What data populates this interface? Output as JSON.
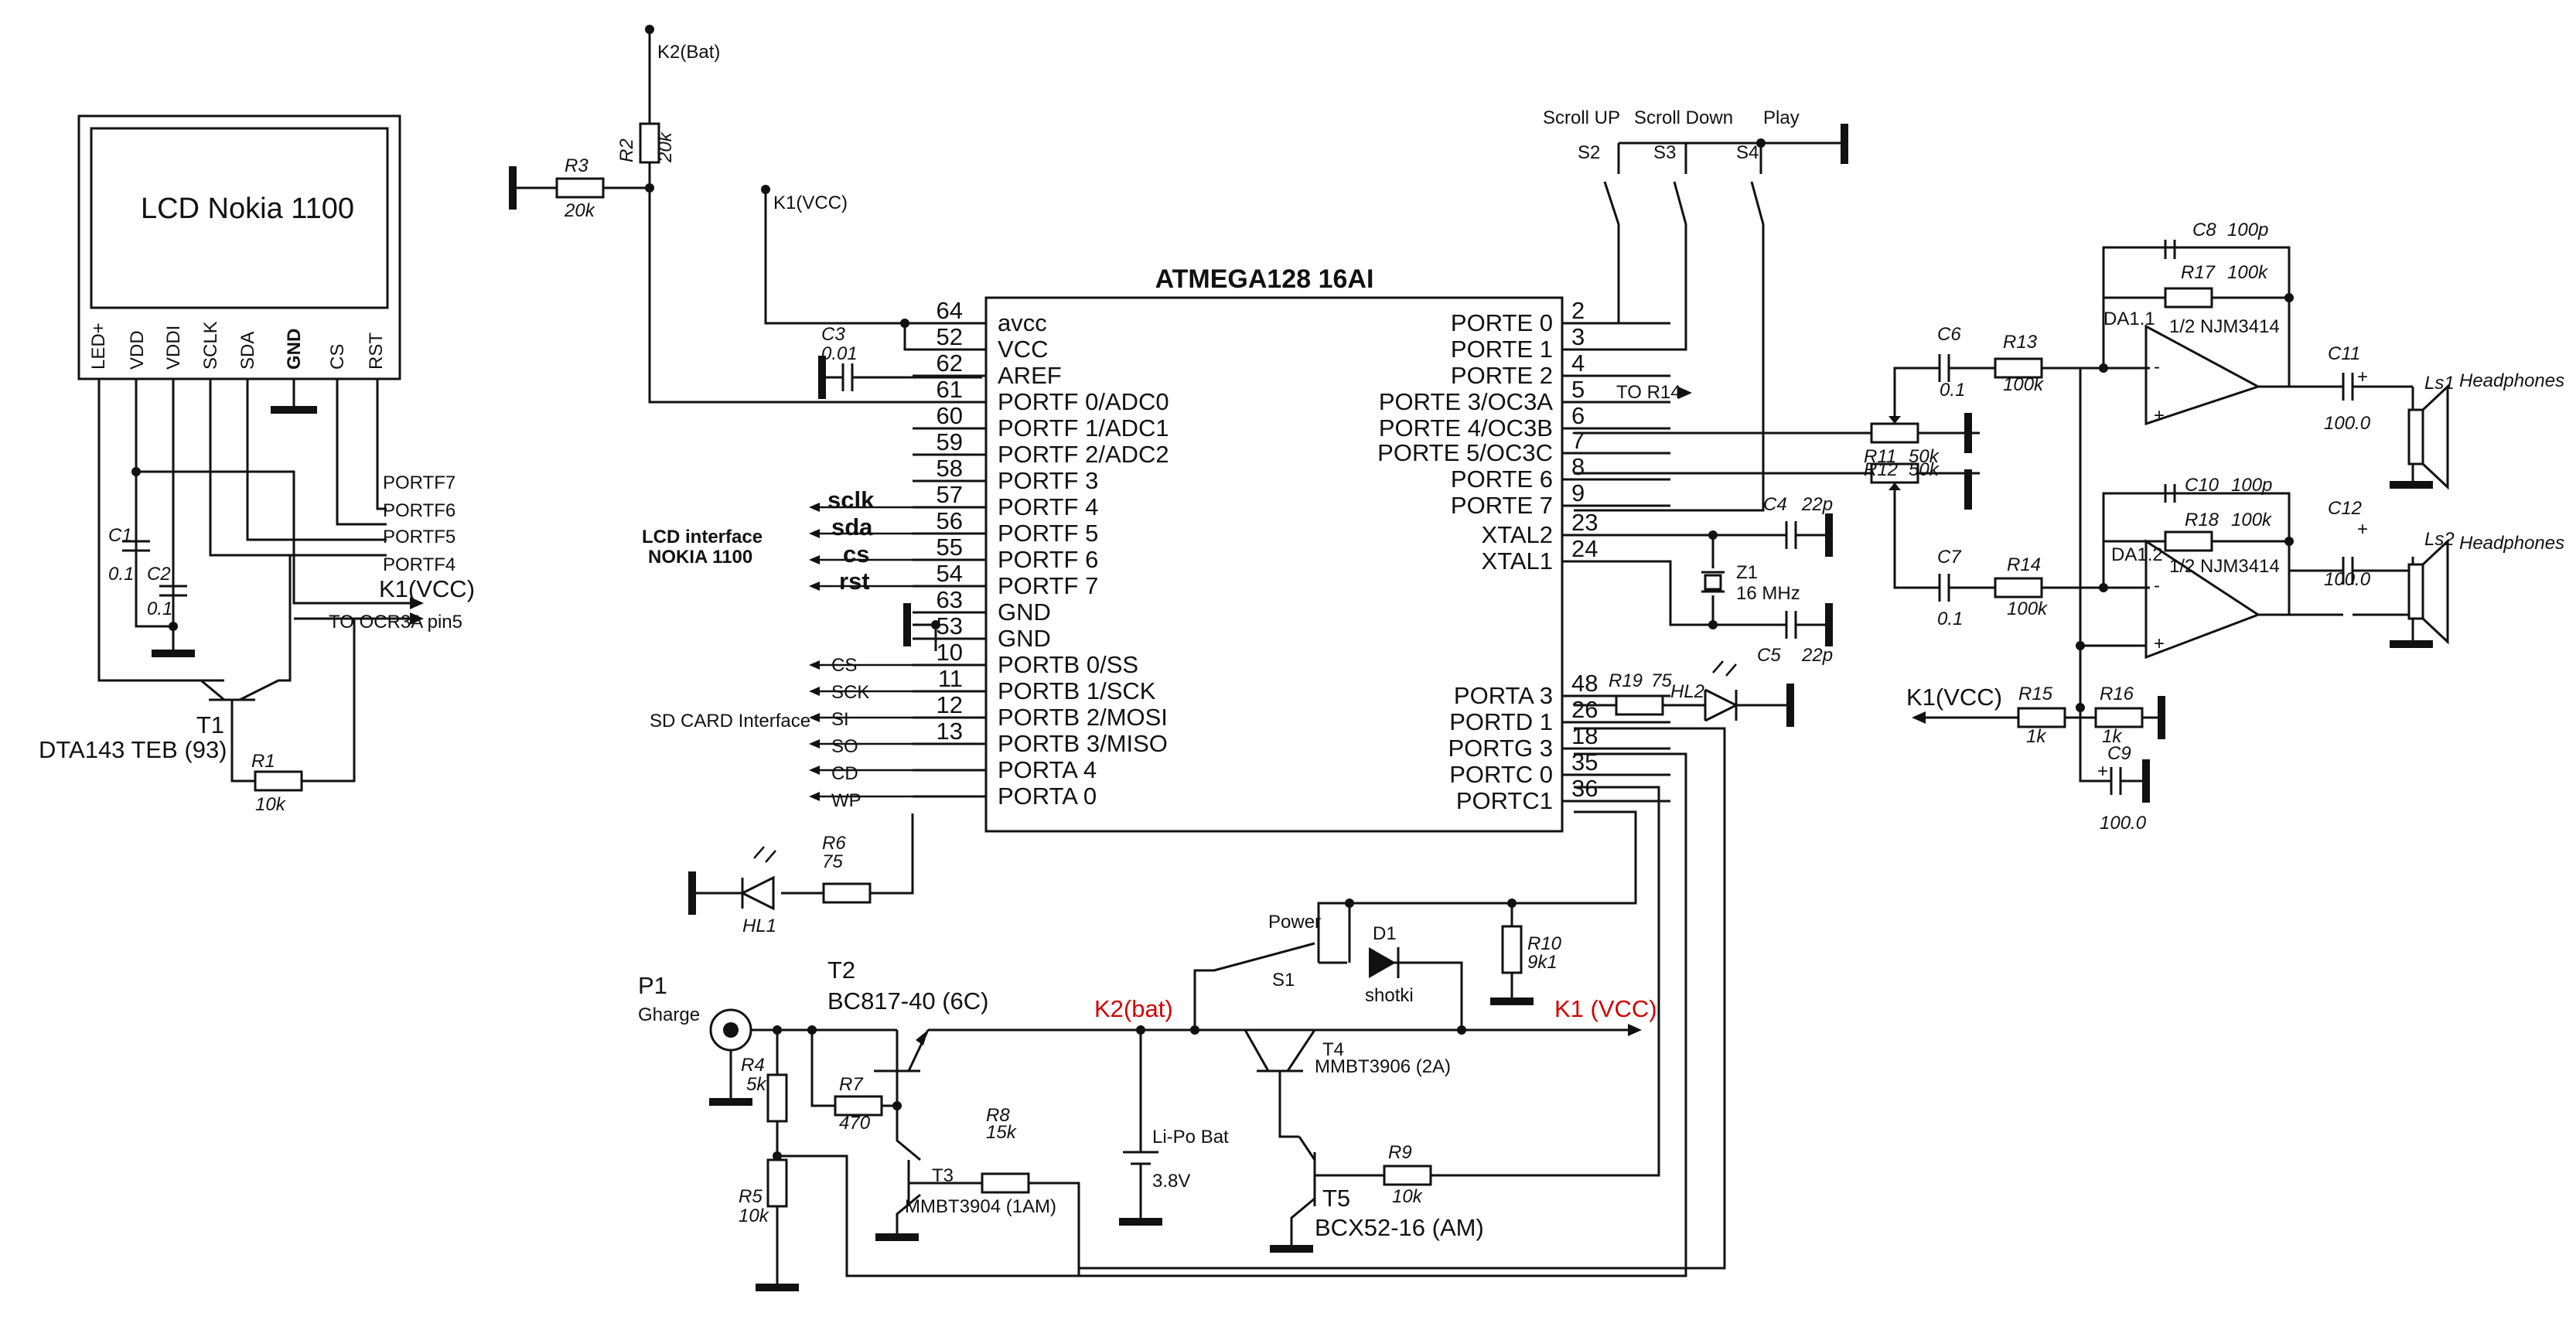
{
  "lcd": {
    "title": "LCD Nokia 1100",
    "pins": [
      "LED+",
      "VDD",
      "VDDI",
      "SCLK",
      "SDA",
      "GND",
      "CS",
      "RST"
    ],
    "ports": [
      "PORTF7",
      "PORTF6",
      "PORTF5",
      "PORTF4"
    ],
    "vcc": "K1(VCC)",
    "ocr": "TO OCR3A pin5",
    "c1": "C1",
    "c1v": "0.1",
    "c2": "C2",
    "c2v": "0.1",
    "t1": "T1",
    "t1type": "DTA143 TEB (93)",
    "r1": "R1",
    "r1v": "10k"
  },
  "top": {
    "k2bat": "K2(Bat)",
    "r2": "R2",
    "r2v": "20k",
    "r3": "R3",
    "r3v": "20k",
    "k1vcc": "K1(VCC)",
    "c3": "C3",
    "c3v": "0.01"
  },
  "mcu": {
    "title": "ATMEGA128 16AI",
    "left": [
      {
        "num": "64",
        "name": "avcc"
      },
      {
        "num": "52",
        "name": "VCC"
      },
      {
        "num": "62",
        "name": "AREF"
      },
      {
        "num": "61",
        "name": "PORTF 0/ADC0"
      },
      {
        "num": "60",
        "name": "PORTF 1/ADC1"
      },
      {
        "num": "59",
        "name": "PORTF 2/ADC2"
      },
      {
        "num": "58",
        "name": "PORTF 3"
      },
      {
        "num": "57",
        "name": "PORTF 4"
      },
      {
        "num": "56",
        "name": "PORTF 5"
      },
      {
        "num": "55",
        "name": "PORTF 6"
      },
      {
        "num": "54",
        "name": "PORTF 7"
      },
      {
        "num": "63",
        "name": "GND"
      },
      {
        "num": "53",
        "name": "GND"
      },
      {
        "num": "10",
        "name": "PORTB 0/SS"
      },
      {
        "num": "11",
        "name": "PORTB 1/SCK"
      },
      {
        "num": "12",
        "name": "PORTB 2/MOSI"
      },
      {
        "num": "13",
        "name": "PORTB 3/MISO"
      },
      {
        "num": "",
        "name": "PORTA 4"
      },
      {
        "num": "",
        "name": "PORTA 0"
      }
    ],
    "right": [
      {
        "num": "2",
        "name": "PORTE 0"
      },
      {
        "num": "3",
        "name": "PORTE 1"
      },
      {
        "num": "4",
        "name": "PORTE 2"
      },
      {
        "num": "5",
        "name": "PORTE 3/OC3A"
      },
      {
        "num": "6",
        "name": "PORTE 4/OC3B"
      },
      {
        "num": "7",
        "name": "PORTE 5/OC3C"
      },
      {
        "num": "8",
        "name": "PORTE 6"
      },
      {
        "num": "9",
        "name": "PORTE 7"
      },
      {
        "num": "23",
        "name": "XTAL2"
      },
      {
        "num": "24",
        "name": "XTAL1"
      },
      {
        "num": "48",
        "name": "PORTA 3"
      },
      {
        "num": "26",
        "name": "PORTD 1"
      },
      {
        "num": "18",
        "name": "PORTG 3"
      },
      {
        "num": "35",
        "name": "PORTC 0"
      },
      {
        "num": "36",
        "name": "PORTC1"
      }
    ],
    "to_r14": "TO R14"
  },
  "lcd_if": {
    "title1": "LCD interface",
    "title2": "NOKIA 1100",
    "signals": [
      "sclk",
      "sda",
      "cs",
      "rst"
    ]
  },
  "sd_if": {
    "title": "SD CARD Interface",
    "signals": [
      "CS",
      "SCK",
      "SI",
      "SO",
      "CD",
      "WP"
    ]
  },
  "hl1": {
    "r6": "R6",
    "r6v": "75",
    "led": "HL1"
  },
  "buttons": {
    "labels": [
      "Scroll UP",
      "Scroll Down",
      "Play"
    ],
    "refs": [
      "S2",
      "S3",
      "S4"
    ]
  },
  "crystal": {
    "c4": "C4",
    "c4v": "22p",
    "c5": "C5",
    "c5v": "22p",
    "z1": "Z1",
    "z1v": "16 MHz"
  },
  "hl2": {
    "r19": "R19",
    "r19v": "75",
    "led": "HL2"
  },
  "audio": {
    "c8": "C8",
    "c8v": "100p",
    "r17": "R17",
    "r17v": "100k",
    "da11": "DA1.1",
    "op1": "1/2 NJM3414",
    "c6": "C6",
    "c6v": "0.1",
    "r13": "R13",
    "r13v": "100k",
    "c11": "C11",
    "c11v": "100.0",
    "ls1": "Ls1",
    "hp1": "Headphones",
    "r11": "R11",
    "r11v": "50k",
    "r12": "R12",
    "r12v": "50k",
    "c10": "C10",
    "c10v": "100p",
    "r18": "R18",
    "r18v": "100k",
    "da12": "DA1.2",
    "op2": "1/2 NJM3414",
    "c12": "C12",
    "c12v": "100.0",
    "ls2": "Ls2",
    "hp2": "Headphones",
    "c7": "C7",
    "c7v": "0.1",
    "r14": "R14",
    "r14v": "100k",
    "k1vcc": "K1(VCC)",
    "r15": "R15",
    "r15v": "1k",
    "r16": "R16",
    "r16v": "1k",
    "c9": "C9",
    "c9v": "100.0",
    "plus": "+",
    "minus": "-"
  },
  "power": {
    "p1": "P1",
    "charge": "Gharge",
    "t2": "T2",
    "t2type": "BC817-40 (6C)",
    "k2bat": "K2(bat)",
    "k1vcc": "K1 (VCC)",
    "powerlbl": "Power",
    "s1": "S1",
    "d1": "D1",
    "d1type": "shotki",
    "r10": "R10",
    "r10v": "9k1",
    "r4": "R4",
    "r4v": "5k",
    "r5": "R5",
    "r5v": "10k",
    "r7": "R7",
    "r7v": "470",
    "r8": "R8",
    "r8v": "15k",
    "t3": "T3",
    "t3type": "MMBT3904 (1AM)",
    "bat": "Li-Po Bat",
    "batv": "3.8V",
    "t4": "T4",
    "t4type": "MMBT3906 (2A)",
    "t5": "T5",
    "t5type": "BCX52-16 (AM)",
    "r9": "R9",
    "r9v": "10k"
  }
}
